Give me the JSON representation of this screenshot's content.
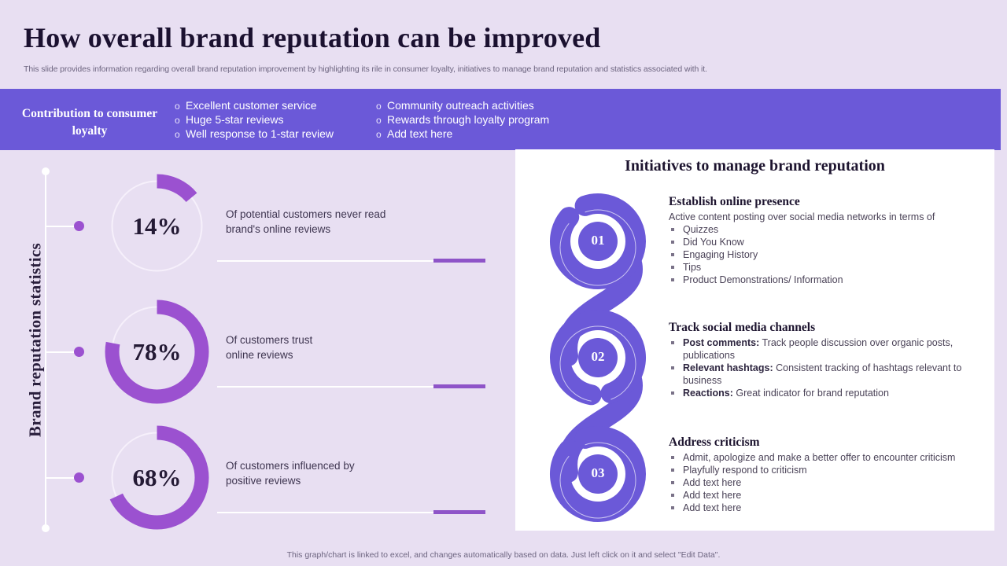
{
  "header": {
    "title": "How overall brand reputation can be improved",
    "subtitle": "This slide provides information regarding overall brand reputation improvement by highlighting its rile in consumer loyalty, initiatives to manage brand reputation and statistics associated with it."
  },
  "banner": {
    "label": "Contribution to consumer loyalty",
    "accent_color": "#6b59d8",
    "bullet_glyph": "o",
    "column_1": [
      "Excellent customer service",
      "Huge 5-star reviews",
      "Well response to 1-star review"
    ],
    "column_2": [
      "Community outreach activities",
      "Rewards through loyalty program",
      "Add text here"
    ]
  },
  "statistics": {
    "axis_label": "Brand reputation statistics",
    "arc_color": "#9b51d0",
    "track_color": "#f6f0fb",
    "items": [
      {
        "value": "14%",
        "percent": 14,
        "caption_line_1": "Of potential  customers never read",
        "caption_line_2": "brand's online reviews"
      },
      {
        "value": "78%",
        "percent": 78,
        "caption_line_1": "Of customers trust",
        "caption_line_2": "online reviews"
      },
      {
        "value": "68%",
        "percent": 68,
        "caption_line_1": "Of customers influenced by",
        "caption_line_2": "positive reviews"
      }
    ]
  },
  "chart_data": {
    "type": "pie",
    "title": "Brand reputation statistics",
    "categories": [
      "Of potential customers never read brand's online reviews",
      "Of customers trust online reviews",
      "Of customers influenced by positive reviews"
    ],
    "values": [
      14,
      78,
      68
    ],
    "units": "percent",
    "ylim": [
      0,
      100
    ],
    "grid": false,
    "legend": "none",
    "xlabel": "",
    "ylabel": ""
  },
  "initiatives": {
    "title": "Initiatives to manage brand reputation",
    "spiral_color": "#6b59d8",
    "steps": [
      {
        "number": "01",
        "heading": "Establish online presence",
        "lead": "Active content posting over  social media networks in terms of",
        "bullets": [
          {
            "bold": "",
            "text": "Quizzes"
          },
          {
            "bold": "",
            "text": "Did You Know"
          },
          {
            "bold": "",
            "text": "Engaging History"
          },
          {
            "bold": "",
            "text": "Tips"
          },
          {
            "bold": "",
            "text": "Product Demonstrations/ Information"
          }
        ]
      },
      {
        "number": "02",
        "heading": "Track social media channels",
        "lead": "",
        "bullets": [
          {
            "bold": "Post comments:",
            "text": " Track people discussion over  organic posts, publications"
          },
          {
            "bold": "Relevant hashtags:",
            "text": " Consistent tracking of hashtags relevant to business"
          },
          {
            "bold": "Reactions:",
            "text": " Great indicator for brand reputation"
          }
        ]
      },
      {
        "number": "03",
        "heading": "Address criticism",
        "lead": "",
        "bullets": [
          {
            "bold": "",
            "text": "Admit, apologize  and make a better offer to encounter criticism"
          },
          {
            "bold": "",
            "text": "Playfully respond  to criticism"
          },
          {
            "bold": "",
            "text": "Add text here"
          },
          {
            "bold": "",
            "text": "Add text here"
          },
          {
            "bold": "",
            "text": "Add text here"
          }
        ]
      }
    ]
  },
  "footer": {
    "note": "This graph/chart is linked to excel, and changes automatically based on data. Just left click on it and select \"Edit Data\"."
  }
}
